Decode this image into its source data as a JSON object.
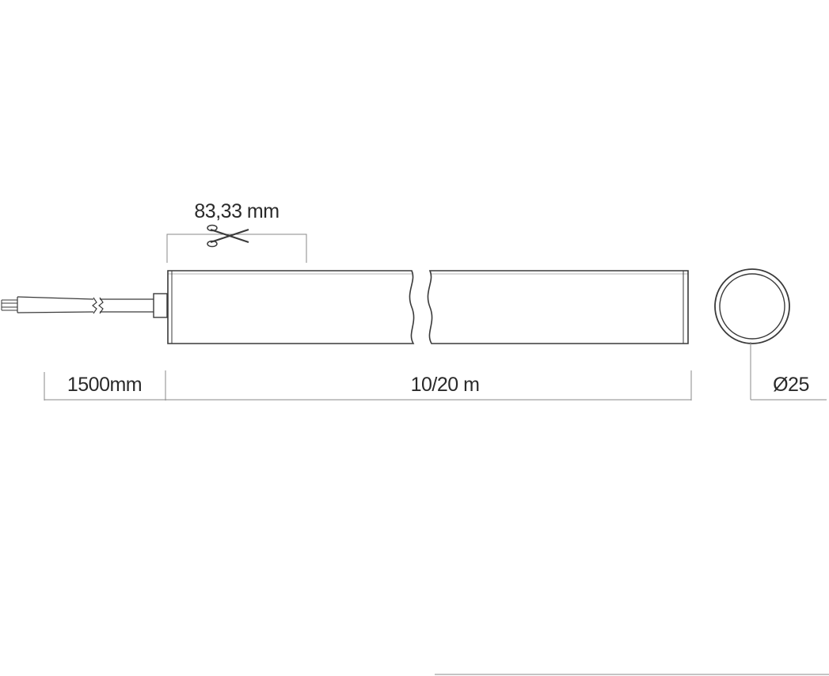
{
  "dimensions": {
    "cut_interval": "83,33 mm",
    "cable_length": "1500mm",
    "strip_length": "10/20 m",
    "diameter": "Ø25"
  },
  "colors": {
    "line": "#3a3a3a",
    "dimension_line": "#8a8a8a",
    "text": "#2a2a2a",
    "background": "#ffffff"
  },
  "icons": {
    "cut_marker": "scissors-icon"
  }
}
